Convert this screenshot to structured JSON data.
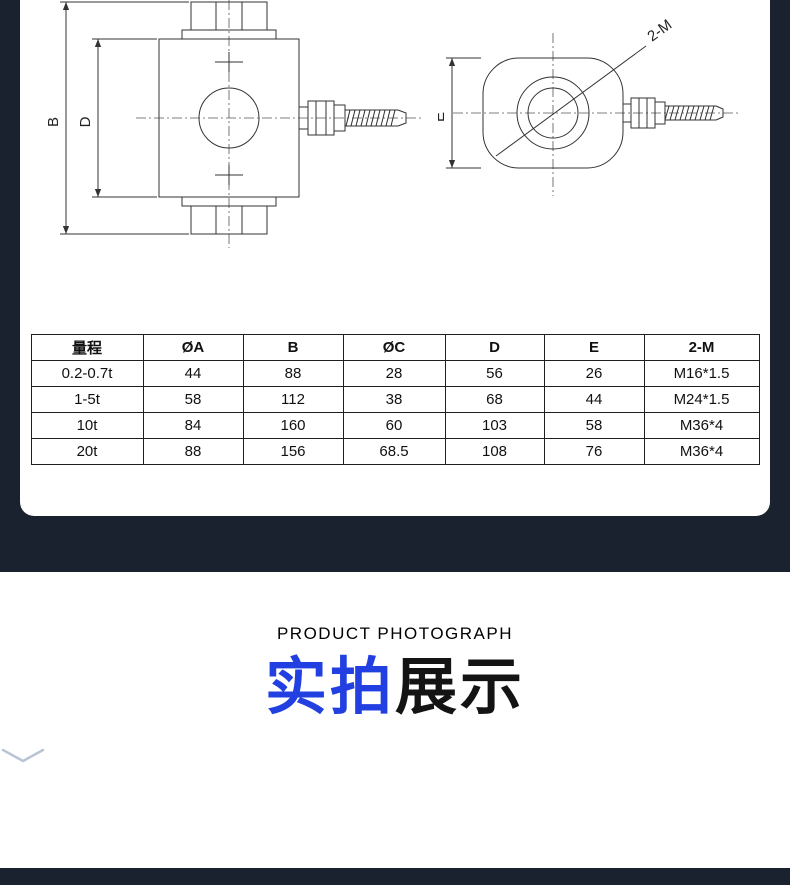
{
  "theme": {
    "page_bg": "#19222e",
    "card_bg": "#ffffff",
    "accent_blue": "#2240e2",
    "drawing_line_color": "#333333",
    "chevron_color": "#b9c5d4"
  },
  "drawings": {
    "front_view": {
      "dim_outer": "B",
      "dim_inner": "D"
    },
    "side_view": {
      "dim_height": "E",
      "thread_callout": "2-M"
    }
  },
  "spec_table": {
    "headers": [
      "量程",
      "ØA",
      "B",
      "ØC",
      "D",
      "E",
      "2-M"
    ],
    "rows": [
      [
        "0.2-0.7t",
        "44",
        "88",
        "28",
        "56",
        "26",
        "M16*1.5"
      ],
      [
        "1-5t",
        "58",
        "112",
        "38",
        "68",
        "44",
        "M24*1.5"
      ],
      [
        "10t",
        "84",
        "160",
        "60",
        "103",
        "58",
        "M36*4"
      ],
      [
        "20t",
        "88",
        "156",
        "68.5",
        "108",
        "76",
        "M36*4"
      ]
    ]
  },
  "photo_section": {
    "eyebrow": "PRODUCT PHOTOGRAPH",
    "title_highlight": "实拍",
    "title_rest": "展示"
  }
}
